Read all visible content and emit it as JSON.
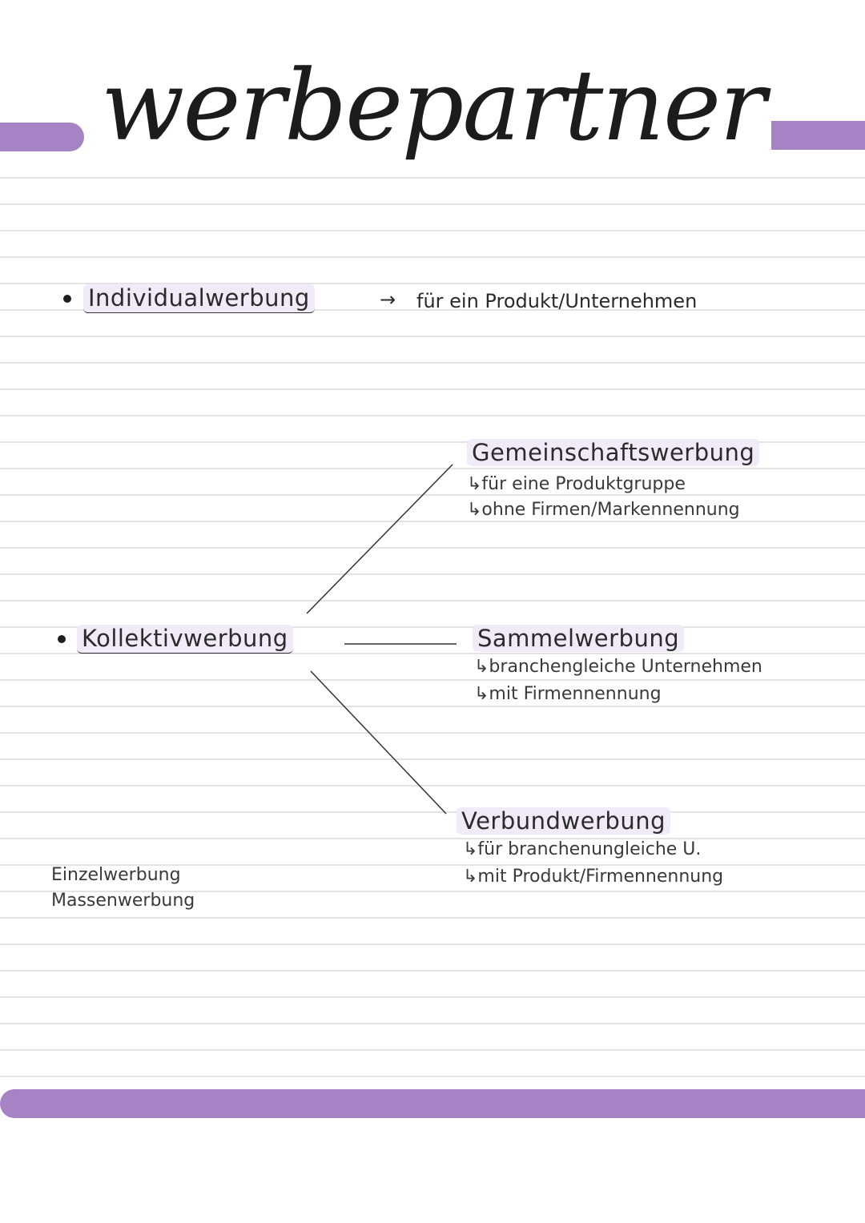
{
  "title": "werbepartner",
  "colors": {
    "accent": "#a583c4",
    "highlight": "#f1eaf8",
    "ink": "#2b2b2b",
    "rule": "#e3e3e3"
  },
  "individual": {
    "label": "Individualwerbung",
    "arrow": "→",
    "description": "für ein Produkt/Unternehmen"
  },
  "kollektiv": {
    "label": "Kollektivwerbung"
  },
  "branches": [
    {
      "title": "Gemeinschaftswerbung",
      "notes": [
        "↳für eine Produktgruppe",
        "↳ohne Firmen/Markennennung"
      ]
    },
    {
      "title": "Sammelwerbung",
      "notes": [
        "↳branchengleiche Unternehmen",
        "↳mit Firmennennung"
      ]
    },
    {
      "title": "Verbundwerbung",
      "notes": [
        "↳für branchenungleiche U.",
        "↳mit Produkt/Firmennennung"
      ]
    }
  ],
  "side_notes": [
    "Einzelwerbung",
    "Massenwerbung"
  ]
}
